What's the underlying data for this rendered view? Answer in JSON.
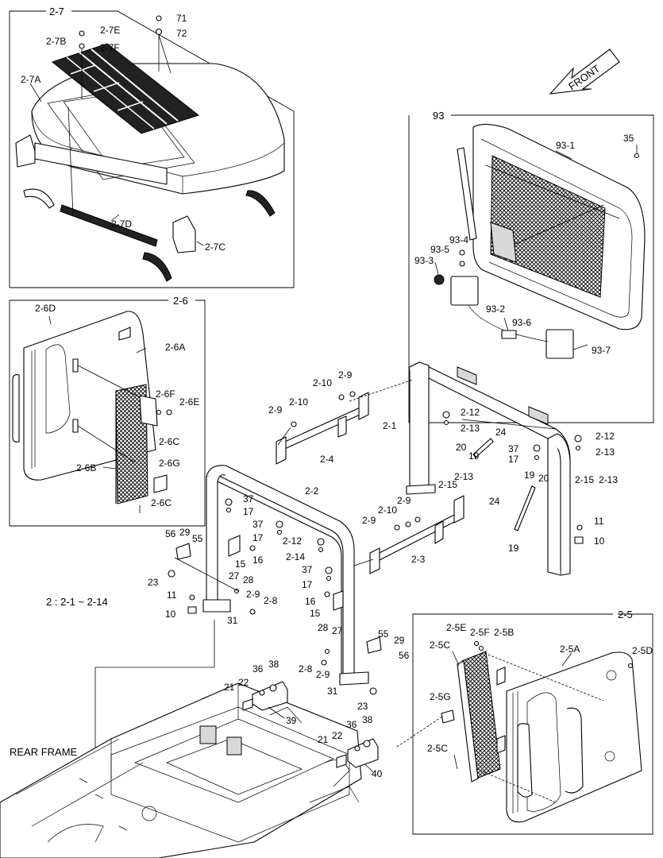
{
  "direction_arrow": {
    "label": "FRONT"
  },
  "note": {
    "text": "2 : 2-1 ~ 2-14"
  },
  "rear_frame": {
    "label": "REAR FRAME"
  },
  "groups": {
    "g27": {
      "label": "2-7"
    },
    "g26": {
      "label": "2-6"
    },
    "g25": {
      "label": "2-5"
    },
    "g93": {
      "label": "93"
    }
  },
  "callouts": {
    "c27B": "2-7B",
    "c27E": "2-7E",
    "c27F": "2-7F",
    "c27A": "2-7A",
    "c27D": "2-7D",
    "c27C": "2-7C",
    "c71": "71",
    "c72": "72",
    "c35": "35",
    "c931": "93-1",
    "c934": "93-4",
    "c935": "93-5",
    "c933": "93-3",
    "c932": "93-2",
    "c936": "93-6",
    "c937": "93-7",
    "c26D": "2-6D",
    "c26A": "2-6A",
    "c26F": "2-6F",
    "c26E": "2-6E",
    "c26C1": "2-6C",
    "c26B": "2-6B",
    "c26G": "2-6G",
    "c26C2": "2-6C",
    "c210a": "2-10",
    "c29a": "2-9",
    "c29b": "2-9",
    "c210b": "2-10",
    "c21": "2-1",
    "c212a": "2-12",
    "c213a": "2-13",
    "c24": "2-4",
    "c20a": "20",
    "c19a": "19",
    "c24p": "24",
    "c37a": "37",
    "c17a": "17",
    "c212b": "2-12",
    "c213b": "2-13",
    "c215a": "2-15",
    "c213c": "2-13",
    "c215b": "2-15",
    "c213d": "2-13",
    "c22": "2-2",
    "c37b": "37",
    "c17b": "17",
    "c37c": "37",
    "c17c": "17",
    "c19b": "19",
    "c20b": "20",
    "c24q": "24",
    "c19c": "19",
    "c29c": "2-9",
    "c210c": "2-10",
    "c29d": "2-9",
    "c212c": "2-12",
    "c214": "2-14",
    "c23": "2-3",
    "c11a": "11",
    "c10a": "10",
    "c37d": "37",
    "c17d": "17",
    "c56a": "56",
    "c29n": "29",
    "c55a": "55",
    "c15a": "15",
    "c16a": "16",
    "c23n": "23",
    "c27n": "27",
    "c28n": "28",
    "c29e": "2-9",
    "c28": "2-8",
    "c11b": "11",
    "c10b": "10",
    "c31a": "31",
    "c16b": "16",
    "c15b": "15",
    "c28b": "28",
    "c27b": "27",
    "c55b": "55",
    "c29m": "29",
    "c56b": "56",
    "c28c": "2-8",
    "c29f": "2-9",
    "c31b": "31",
    "c23b": "23",
    "c36a": "36",
    "c38a": "38",
    "c21a": "21",
    "c22a": "22",
    "c39": "39",
    "c36b": "36",
    "c38b": "38",
    "c21b": "21",
    "c22b": "22",
    "c40": "40",
    "c25E": "2-5E",
    "c25F": "2-5F",
    "c25B": "2-5B",
    "c25C1": "2-5C",
    "c25A": "2-5A",
    "c25D": "2-5D",
    "c25G": "2-5G",
    "c25C2": "2-5C"
  }
}
